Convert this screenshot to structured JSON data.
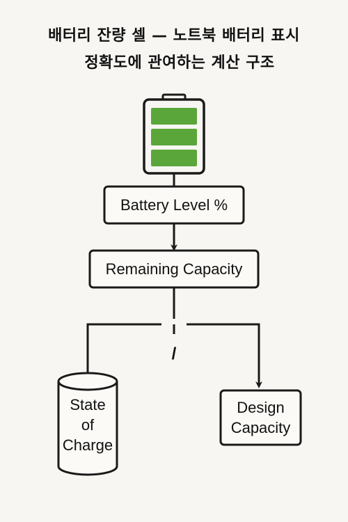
{
  "title": {
    "line1": "배터리 잔량 셀 — 노트북 배터리 표시",
    "line2": "정확도에 관여하는 계산 구조"
  },
  "nodes": {
    "battery_level": "Battery Level %",
    "remaining_capacity": "Remaining Capacity",
    "state_of_charge": "State\nof\nCharge",
    "design_capacity": "Design\nCapacity",
    "divide_symbol": "/"
  },
  "icons": {
    "battery": "battery-icon"
  },
  "colors": {
    "background": "#f7f6f2",
    "stroke": "#1a1a1a",
    "battery_fill": "#5aa63a"
  }
}
